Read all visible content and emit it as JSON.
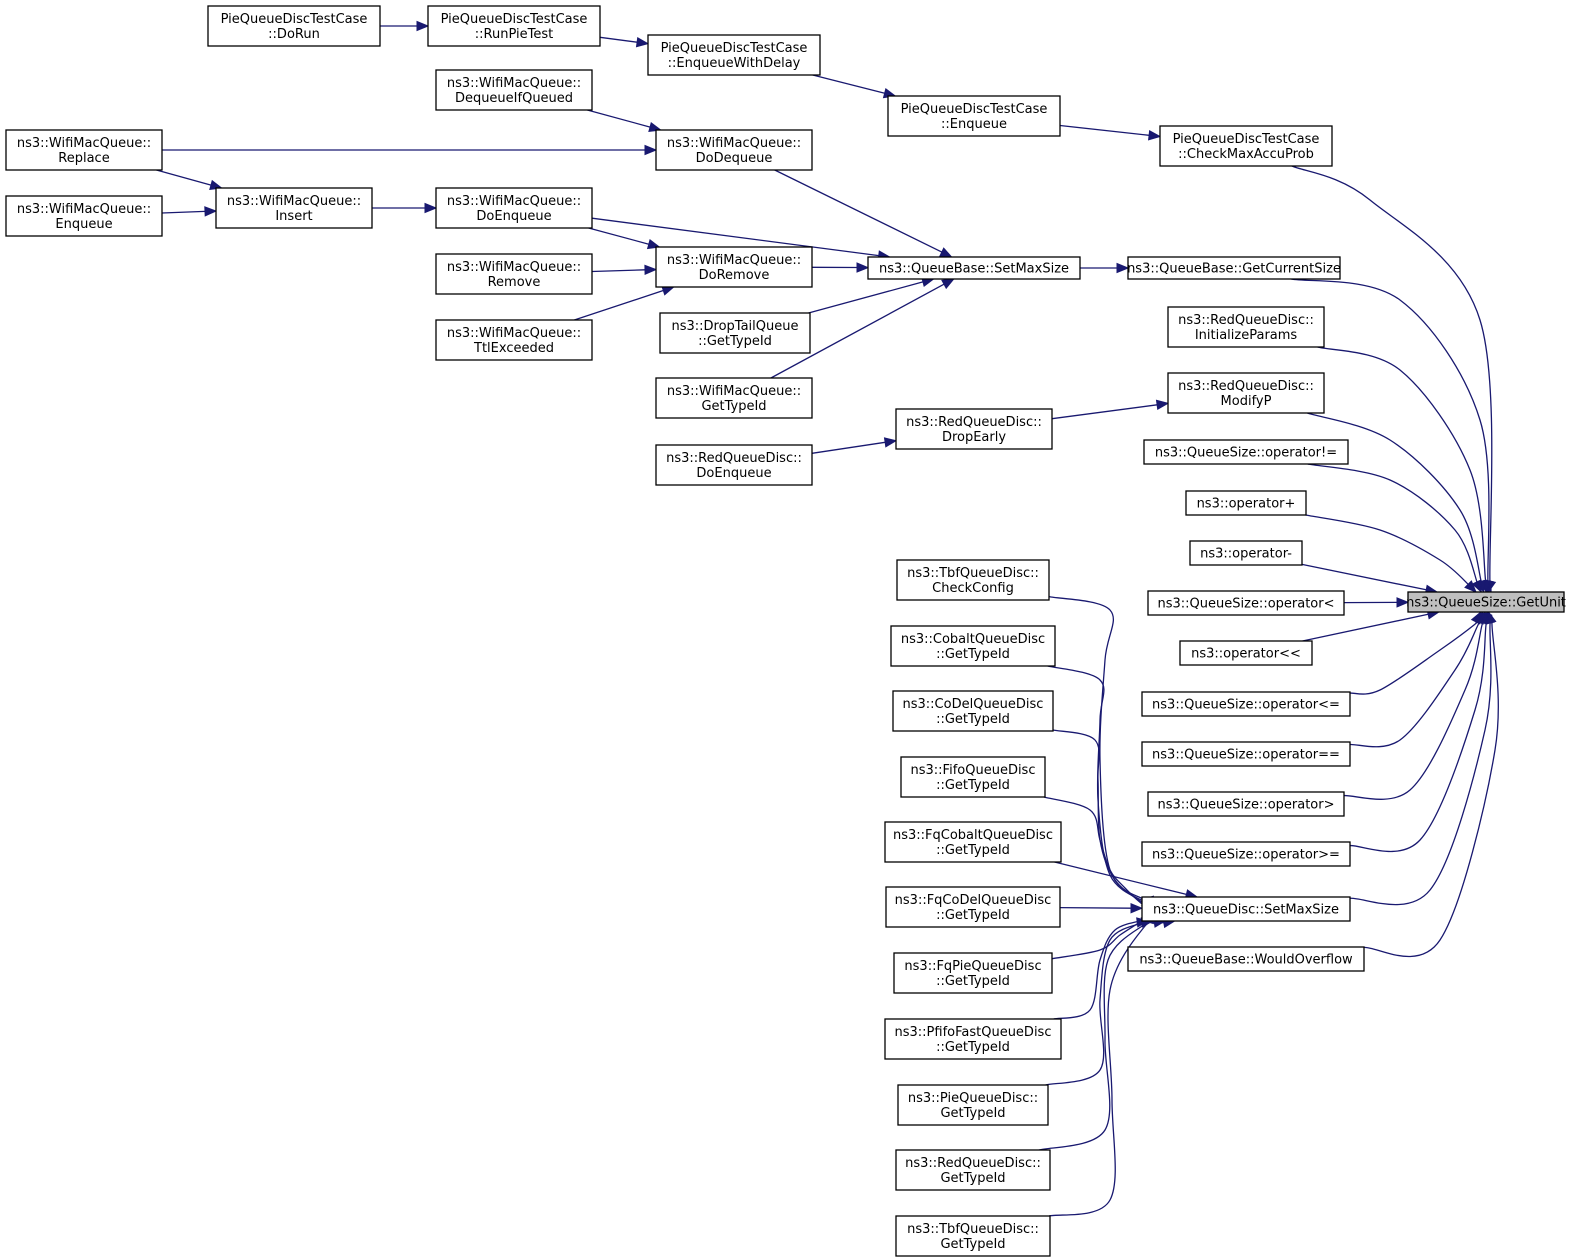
{
  "diagram": {
    "type": "call-graph",
    "colors": {
      "edge": "#191970",
      "node_border": "#000000",
      "node_fill": "#ffffff",
      "root_fill": "#bfbfbf"
    },
    "nodes": [
      {
        "id": "getunit",
        "lines": [
          "ns3::QueueSize::GetUnit"
        ],
        "root": true
      },
      {
        "id": "checkmaxaccuprob",
        "lines": [
          "PieQueueDiscTestCase",
          "::CheckMaxAccuProb"
        ]
      },
      {
        "id": "pie_enqueue",
        "lines": [
          "PieQueueDiscTestCase",
          "::Enqueue"
        ]
      },
      {
        "id": "enqueuewithdelay",
        "lines": [
          "PieQueueDiscTestCase",
          "::EnqueueWithDelay"
        ]
      },
      {
        "id": "runpietest",
        "lines": [
          "PieQueueDiscTestCase",
          "::RunPieTest"
        ]
      },
      {
        "id": "dorun",
        "lines": [
          "PieQueueDiscTestCase",
          "::DoRun"
        ]
      },
      {
        "id": "getcurrentsize",
        "lines": [
          "ns3::QueueBase::GetCurrentSize"
        ]
      },
      {
        "id": "qb_setmaxsize",
        "lines": [
          "ns3::QueueBase::SetMaxSize"
        ]
      },
      {
        "id": "wmq_dodequeue",
        "lines": [
          "ns3::WifiMacQueue::",
          "DoDequeue"
        ]
      },
      {
        "id": "wmq_dequeueifqueued",
        "lines": [
          "ns3::WifiMacQueue::",
          "DequeueIfQueued"
        ]
      },
      {
        "id": "wmq_replace",
        "lines": [
          "ns3::WifiMacQueue::",
          "Replace"
        ]
      },
      {
        "id": "wmq_insert",
        "lines": [
          "ns3::WifiMacQueue::",
          "Insert"
        ]
      },
      {
        "id": "wmq_enqueue",
        "lines": [
          "ns3::WifiMacQueue::",
          "Enqueue"
        ]
      },
      {
        "id": "wmq_doenqueue",
        "lines": [
          "ns3::WifiMacQueue::",
          "DoEnqueue"
        ]
      },
      {
        "id": "wmq_doremove",
        "lines": [
          "ns3::WifiMacQueue::",
          "DoRemove"
        ]
      },
      {
        "id": "wmq_remove",
        "lines": [
          "ns3::WifiMacQueue::",
          "Remove"
        ]
      },
      {
        "id": "wmq_ttlexceeded",
        "lines": [
          "ns3::WifiMacQueue::",
          "TtlExceeded"
        ]
      },
      {
        "id": "droptail_gettypeid",
        "lines": [
          "ns3::DropTailQueue",
          "::GetTypeId"
        ]
      },
      {
        "id": "wmq_gettypeid",
        "lines": [
          "ns3::WifiMacQueue::",
          "GetTypeId"
        ]
      },
      {
        "id": "red_initializeparams",
        "lines": [
          "ns3::RedQueueDisc::",
          "InitializeParams"
        ]
      },
      {
        "id": "red_modifyp",
        "lines": [
          "ns3::RedQueueDisc::",
          "ModifyP"
        ]
      },
      {
        "id": "red_dropearly",
        "lines": [
          "ns3::RedQueueDisc::",
          "DropEarly"
        ]
      },
      {
        "id": "red_doenqueue",
        "lines": [
          "ns3::RedQueueDisc::",
          "DoEnqueue"
        ]
      },
      {
        "id": "op_ne",
        "lines": [
          "ns3::QueueSize::operator!="
        ]
      },
      {
        "id": "op_plus",
        "lines": [
          "ns3::operator+"
        ]
      },
      {
        "id": "op_minus",
        "lines": [
          "ns3::operator-"
        ]
      },
      {
        "id": "op_lt",
        "lines": [
          "ns3::QueueSize::operator<"
        ]
      },
      {
        "id": "op_shl",
        "lines": [
          "ns3::operator<<"
        ]
      },
      {
        "id": "op_le",
        "lines": [
          "ns3::QueueSize::operator<="
        ]
      },
      {
        "id": "op_eq",
        "lines": [
          "ns3::QueueSize::operator=="
        ]
      },
      {
        "id": "op_gt",
        "lines": [
          "ns3::QueueSize::operator>"
        ]
      },
      {
        "id": "op_ge",
        "lines": [
          "ns3::QueueSize::operator>="
        ]
      },
      {
        "id": "qd_setmaxsize",
        "lines": [
          "ns3::QueueDisc::SetMaxSize"
        ]
      },
      {
        "id": "wouldoverflow",
        "lines": [
          "ns3::QueueBase::WouldOverflow"
        ]
      },
      {
        "id": "tbf_checkconfig",
        "lines": [
          "ns3::TbfQueueDisc::",
          "CheckConfig"
        ]
      },
      {
        "id": "cobalt_gettypeid",
        "lines": [
          "ns3::CobaltQueueDisc",
          "::GetTypeId"
        ]
      },
      {
        "id": "codel_gettypeid",
        "lines": [
          "ns3::CoDelQueueDisc",
          "::GetTypeId"
        ]
      },
      {
        "id": "fifo_gettypeid",
        "lines": [
          "ns3::FifoQueueDisc",
          "::GetTypeId"
        ]
      },
      {
        "id": "fqcobalt_gettypeid",
        "lines": [
          "ns3::FqCobaltQueueDisc",
          "::GetTypeId"
        ]
      },
      {
        "id": "fqcodel_gettypeid",
        "lines": [
          "ns3::FqCoDelQueueDisc",
          "::GetTypeId"
        ]
      },
      {
        "id": "fqpie_gettypeid",
        "lines": [
          "ns3::FqPieQueueDisc",
          "::GetTypeId"
        ]
      },
      {
        "id": "pfifo_gettypeid",
        "lines": [
          "ns3::PfifoFastQueueDisc",
          "::GetTypeId"
        ]
      },
      {
        "id": "pie_gettypeid",
        "lines": [
          "ns3::PieQueueDisc::",
          "GetTypeId"
        ]
      },
      {
        "id": "red_gettypeid",
        "lines": [
          "ns3::RedQueueDisc::",
          "GetTypeId"
        ]
      },
      {
        "id": "tbf_gettypeid",
        "lines": [
          "ns3::TbfQueueDisc::",
          "GetTypeId"
        ]
      }
    ],
    "edges": [
      {
        "from": "checkmaxaccuprob",
        "to": "getunit"
      },
      {
        "from": "pie_enqueue",
        "to": "checkmaxaccuprob"
      },
      {
        "from": "enqueuewithdelay",
        "to": "pie_enqueue"
      },
      {
        "from": "runpietest",
        "to": "enqueuewithdelay"
      },
      {
        "from": "dorun",
        "to": "runpietest"
      },
      {
        "from": "getcurrentsize",
        "to": "getunit"
      },
      {
        "from": "qb_setmaxsize",
        "to": "getcurrentsize"
      },
      {
        "from": "wmq_dodequeue",
        "to": "qb_setmaxsize"
      },
      {
        "from": "wmq_dequeueifqueued",
        "to": "wmq_dodequeue"
      },
      {
        "from": "wmq_replace",
        "to": "wmq_dodequeue"
      },
      {
        "from": "wmq_replace",
        "to": "wmq_insert"
      },
      {
        "from": "wmq_enqueue",
        "to": "wmq_insert"
      },
      {
        "from": "wmq_insert",
        "to": "wmq_doenqueue"
      },
      {
        "from": "wmq_doenqueue",
        "to": "qb_setmaxsize"
      },
      {
        "from": "wmq_doenqueue",
        "to": "wmq_doremove"
      },
      {
        "from": "wmq_doremove",
        "to": "qb_setmaxsize"
      },
      {
        "from": "wmq_remove",
        "to": "wmq_doremove"
      },
      {
        "from": "wmq_ttlexceeded",
        "to": "wmq_doremove"
      },
      {
        "from": "droptail_gettypeid",
        "to": "qb_setmaxsize"
      },
      {
        "from": "wmq_gettypeid",
        "to": "qb_setmaxsize"
      },
      {
        "from": "red_initializeparams",
        "to": "getunit"
      },
      {
        "from": "red_modifyp",
        "to": "getunit"
      },
      {
        "from": "red_dropearly",
        "to": "red_modifyp"
      },
      {
        "from": "red_doenqueue",
        "to": "red_dropearly"
      },
      {
        "from": "op_ne",
        "to": "getunit"
      },
      {
        "from": "op_plus",
        "to": "getunit"
      },
      {
        "from": "op_minus",
        "to": "getunit"
      },
      {
        "from": "op_lt",
        "to": "getunit"
      },
      {
        "from": "op_shl",
        "to": "getunit"
      },
      {
        "from": "op_le",
        "to": "getunit"
      },
      {
        "from": "op_eq",
        "to": "getunit"
      },
      {
        "from": "op_gt",
        "to": "getunit"
      },
      {
        "from": "op_ge",
        "to": "getunit"
      },
      {
        "from": "qd_setmaxsize",
        "to": "getunit"
      },
      {
        "from": "wouldoverflow",
        "to": "getunit"
      },
      {
        "from": "tbf_checkconfig",
        "to": "qd_setmaxsize"
      },
      {
        "from": "cobalt_gettypeid",
        "to": "qd_setmaxsize"
      },
      {
        "from": "codel_gettypeid",
        "to": "qd_setmaxsize"
      },
      {
        "from": "fifo_gettypeid",
        "to": "qd_setmaxsize"
      },
      {
        "from": "fqcobalt_gettypeid",
        "to": "qd_setmaxsize"
      },
      {
        "from": "fqcodel_gettypeid",
        "to": "qd_setmaxsize"
      },
      {
        "from": "fqpie_gettypeid",
        "to": "qd_setmaxsize"
      },
      {
        "from": "pfifo_gettypeid",
        "to": "qd_setmaxsize"
      },
      {
        "from": "pie_gettypeid",
        "to": "qd_setmaxsize"
      },
      {
        "from": "red_gettypeid",
        "to": "qd_setmaxsize"
      },
      {
        "from": "tbf_gettypeid",
        "to": "qd_setmaxsize"
      }
    ]
  }
}
